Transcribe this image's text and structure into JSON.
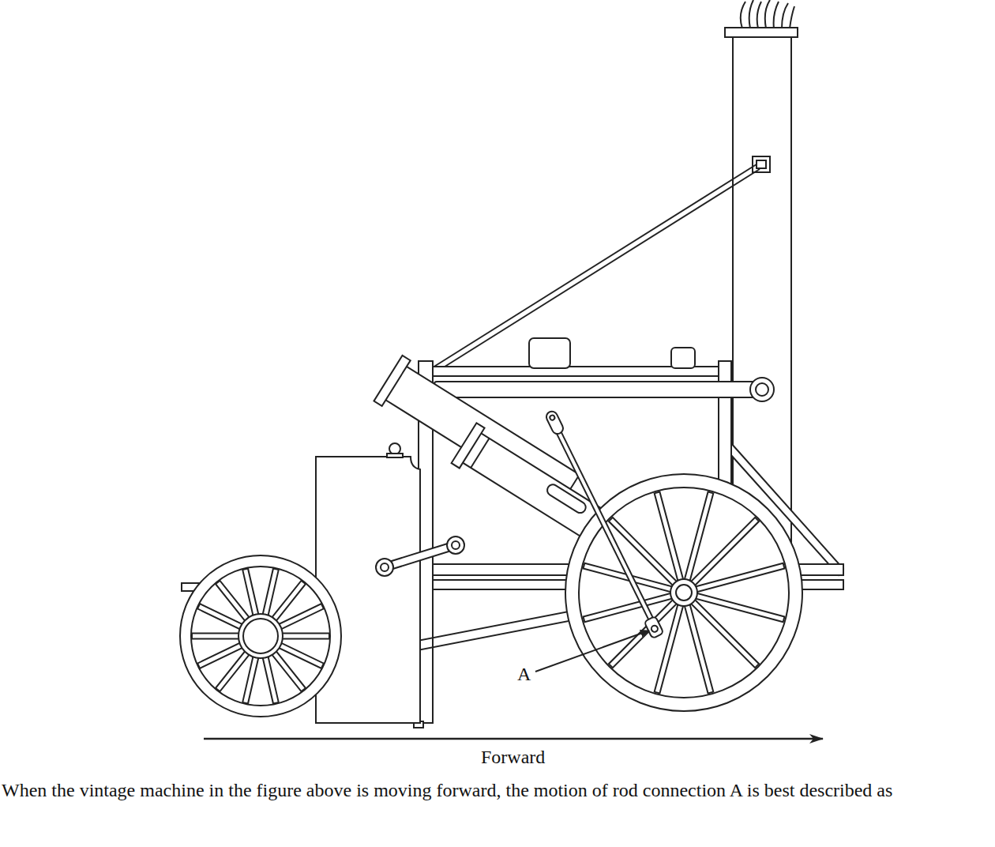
{
  "diagram": {
    "caption": "When the vintage machine in the figure above is moving forward, the motion of rod connection A is best described as",
    "labels": [
      "A",
      "Forward"
    ]
  }
}
